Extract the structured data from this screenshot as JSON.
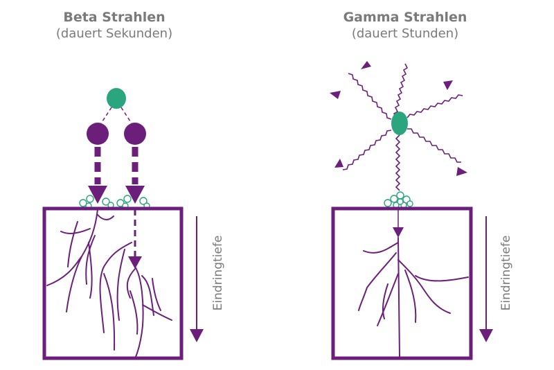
{
  "beta": {
    "title": "Beta Strahlen",
    "subtitle": "(dauert Sekunden)",
    "depth_label": "Eindringtiefe"
  },
  "gamma": {
    "title": "Gamma Strahlen",
    "subtitle": "(dauert Stunden)",
    "depth_label": "Eindringtiefe"
  },
  "colors": {
    "purple": "#6b1f7b",
    "green": "#2aa57e",
    "text": "#7a7a7a"
  }
}
